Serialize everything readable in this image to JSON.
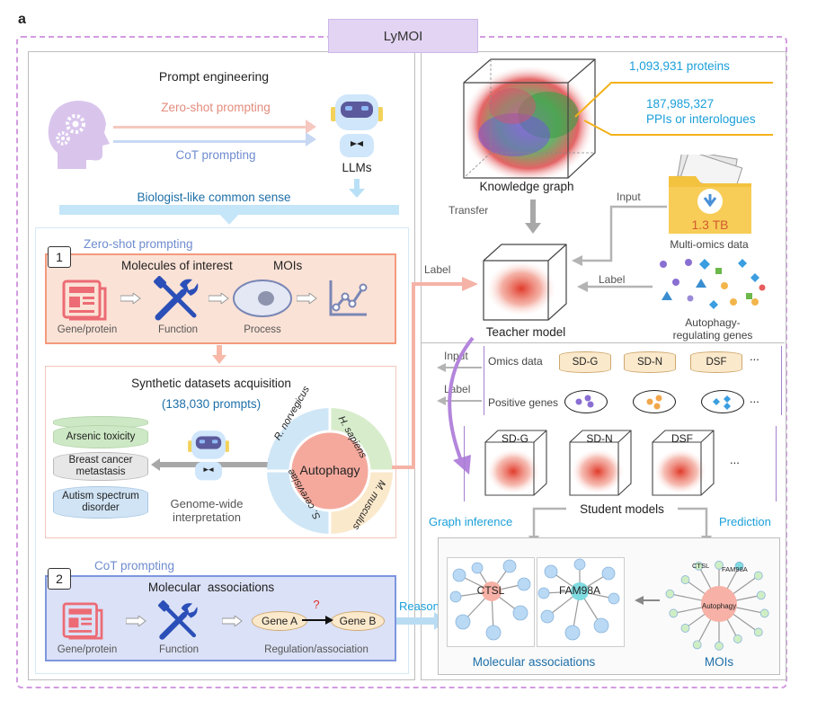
{
  "panel_label": "a",
  "title": "LyMOI",
  "left": {
    "prompt_engineering": "Prompt engineering",
    "zero_shot": "Zero-shot prompting",
    "cot": "CoT prompting",
    "llms": "LLMs",
    "common_sense": "Biologist-like common sense",
    "section1": {
      "header": "Zero-shot prompting",
      "number": "1",
      "title": "Molecules of interest",
      "title_abbr": "MOIs",
      "steps": [
        "Gene/protein",
        "Function",
        "Process"
      ]
    },
    "synthetic": {
      "title": "Synthetic datasets acquisition",
      "count": "(138,030 prompts)",
      "datasets": [
        "Arsenic toxicity",
        "Breast cancer metastasis",
        "Autism spectrum disorder"
      ],
      "robot_label_line1": "Genome-wide",
      "robot_label_line2": "interpretation",
      "center": "Autophagy",
      "species": [
        "R. norvegicus",
        "H. sapiens",
        "M. musculus",
        "S. cerevisiae"
      ]
    },
    "section2": {
      "header": "CoT prompting",
      "number": "2",
      "title": "Molecular  associations",
      "steps": [
        "Gene/protein",
        "Function",
        "Regulation/association"
      ],
      "gene_a": "Gene A",
      "gene_b": "Gene B",
      "question": "?"
    },
    "reason": "Reason"
  },
  "right": {
    "proteins": "1,093,931 proteins",
    "ppis_count": "187,985,327",
    "ppis_label": "PPIs or interologues",
    "knowledge_graph": "Knowledge graph",
    "transfer": "Transfer",
    "input": "Input",
    "label": "Label",
    "size": "1.3 TB",
    "multiomics": "Multi-omics data",
    "teacher": "Teacher model",
    "autophagy_genes_line1": "Autophagy-",
    "autophagy_genes_line2": "regulating genes",
    "label_left": "Label",
    "omics_row": {
      "input": "Input",
      "label": "Omics data",
      "items": [
        "SD-G",
        "SD-N",
        "DSF",
        "..."
      ]
    },
    "pos_row": {
      "label_arrow": "Label",
      "label": "Positive genes",
      "items": [
        "..."
      ]
    },
    "students": [
      "SD-G",
      "SD-N",
      "DSF",
      "..."
    ],
    "student_models": "Student models",
    "graph_inference": "Graph inference",
    "prediction": "Prediction",
    "ma_nodes": [
      "CTSL",
      "FAM98A"
    ],
    "moi_center": "Autophagy",
    "moi_labels": [
      "CTSL",
      "FAM98A"
    ],
    "molecular_associations": "Molecular associations",
    "mois": "MOIs"
  },
  "colors": {
    "purple_border": "#d29be0",
    "blue_text": "#1a9fd9",
    "salmon": "#f39a7d",
    "blue_box": "#7d96de"
  }
}
